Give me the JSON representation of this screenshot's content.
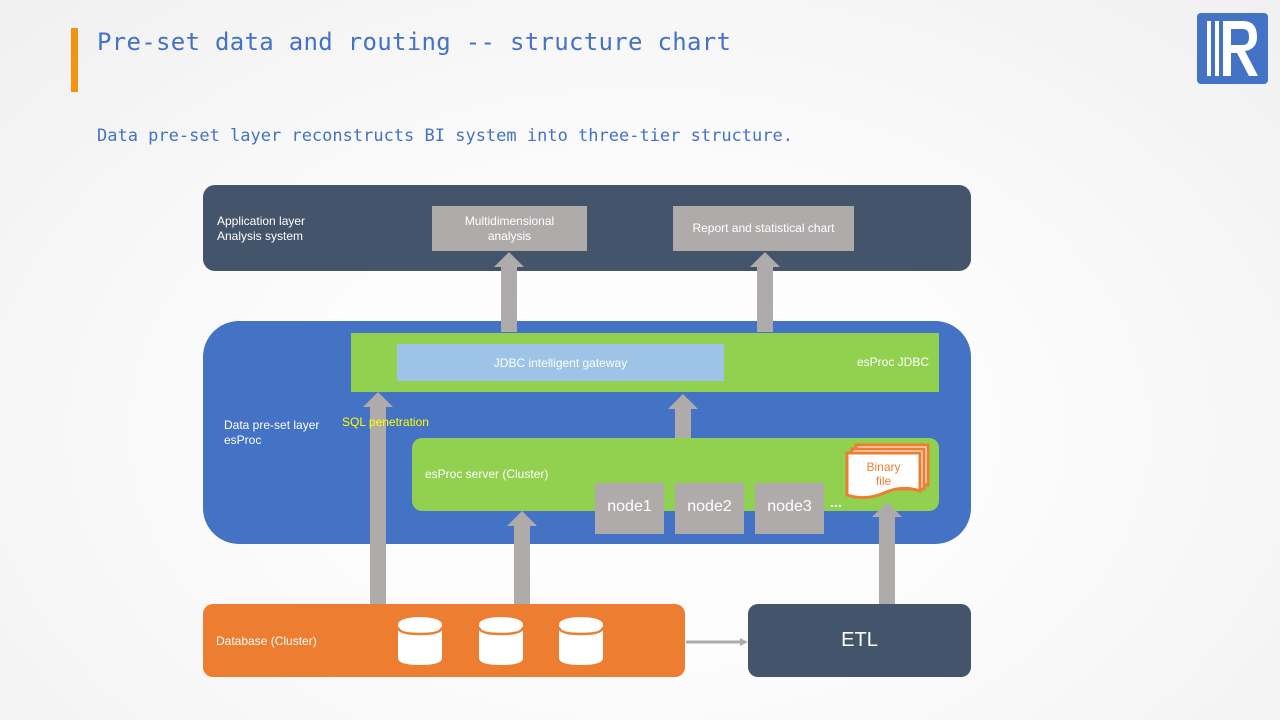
{
  "header": {
    "title": "Pre-set data and routing -- structure chart",
    "subtitle": "Data pre-set layer reconstructs BI system into three-tier structure.",
    "logo_icon": "r-logo-icon",
    "accent_color": "#f39313",
    "text_color": "#4472c4"
  },
  "diagram": {
    "application_layer": {
      "label_line1": "Application layer",
      "label_line2": "Analysis system",
      "color": "#44546a",
      "components": [
        {
          "label_line1": "Multidimensional",
          "label_line2": "analysis"
        },
        {
          "label": "Report and statistical chart"
        }
      ]
    },
    "preset_layer": {
      "label_line1": "Data pre-set layer",
      "label_line2": "esProc",
      "color": "#4472c4",
      "jdbc": {
        "label": "esProc JDBC",
        "gateway": "JDBC intelligent gateway"
      },
      "sql_penetration": "SQL penetration",
      "server": {
        "label": "esProc server  (Cluster)",
        "nodes": [
          "node1",
          "node2",
          "node3"
        ],
        "more": "...",
        "binary_file_line1": "Binary",
        "binary_file_line2": "file"
      }
    },
    "database_layer": {
      "label": "Database  (Cluster)",
      "color": "#ed7d31",
      "cylinders": 3
    },
    "etl": {
      "label": "ETL",
      "color": "#44546a"
    }
  }
}
